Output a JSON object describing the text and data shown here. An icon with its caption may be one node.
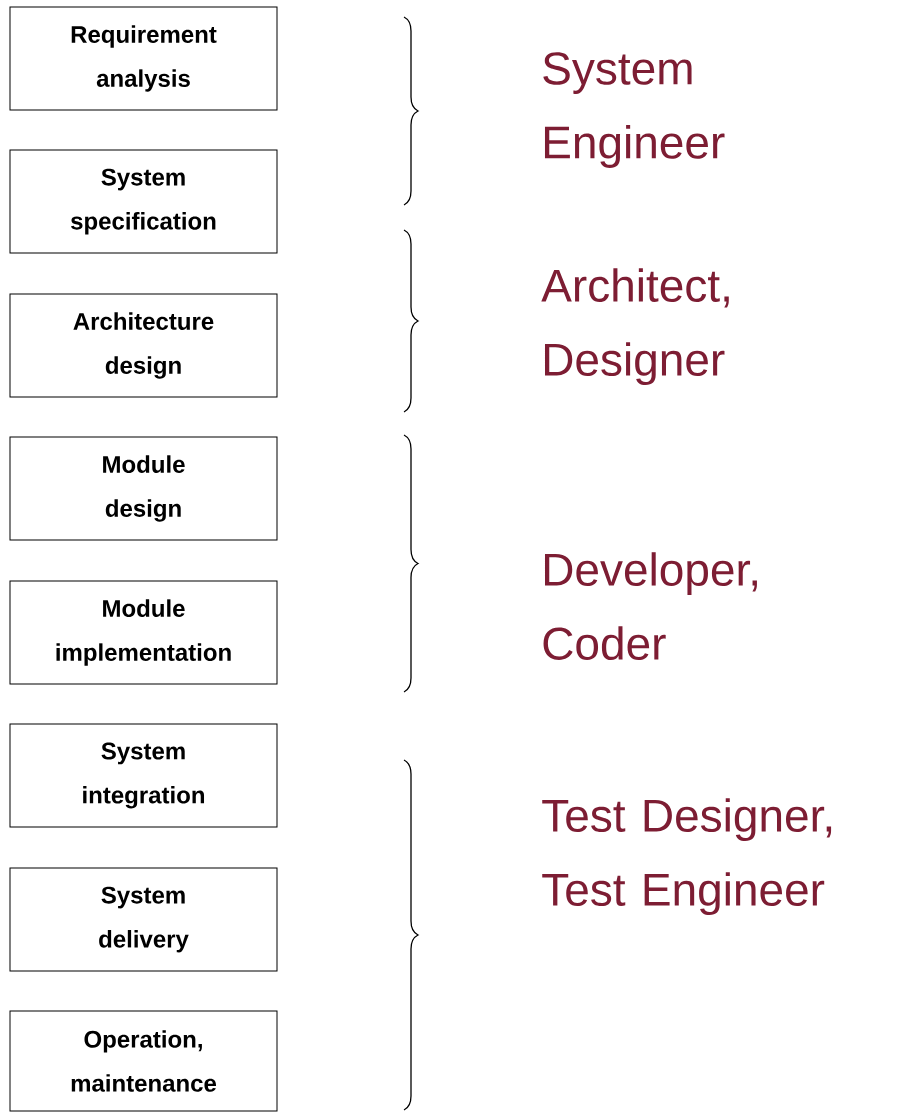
{
  "diagram": {
    "nodes": [
      {
        "text": [
          "Requirement analysis"
        ]
      },
      {
        "text": [
          "System specification"
        ]
      },
      {
        "text": [
          "Architecture design"
        ]
      },
      {
        "text": [
          "Module design"
        ]
      },
      {
        "text": [
          "Module implementation"
        ]
      },
      {
        "text": [
          "System integration"
        ]
      },
      {
        "text": [
          "System delivery"
        ]
      },
      {
        "text": [
          "Operation, maintenance"
        ]
      }
    ],
    "labels": [
      "System Engineer",
      "Architect, Designer",
      "Developer, Coder",
      "Test Designer, Test Engineer"
    ]
  }
}
